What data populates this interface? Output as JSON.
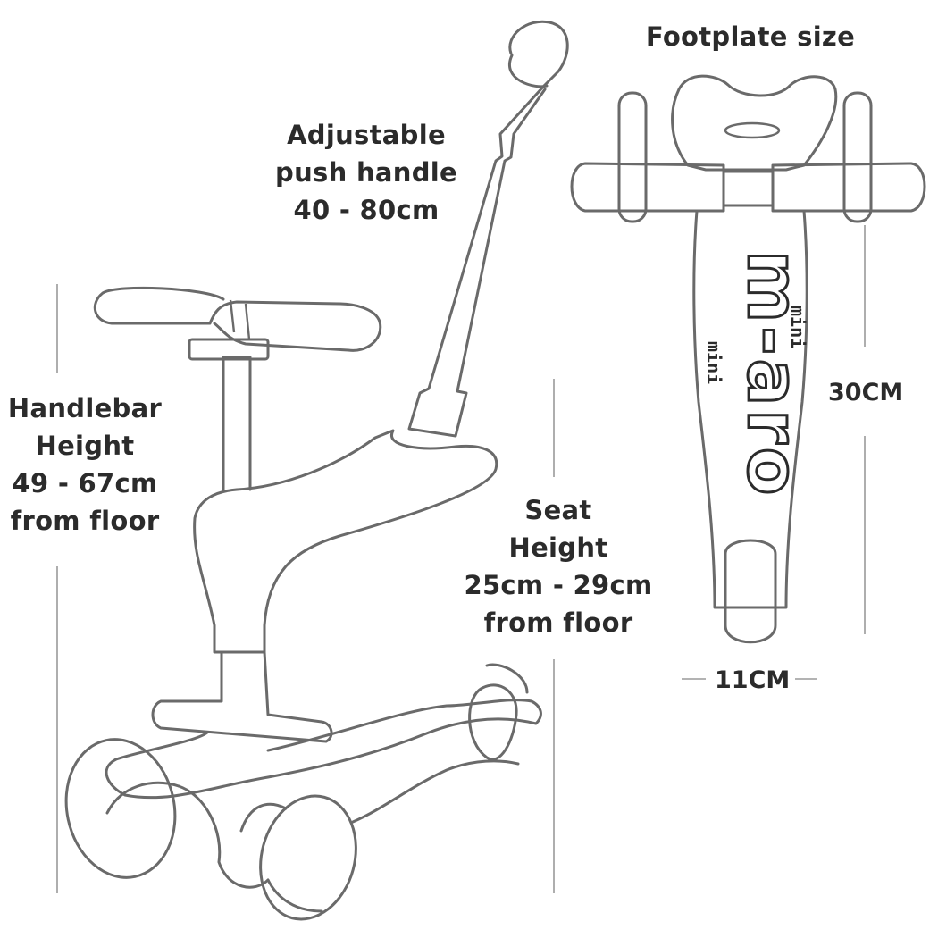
{
  "labels": {
    "footplate_title": "Footplate size",
    "push_handle": [
      "Adjustable",
      "push handle",
      "40 - 80cm"
    ],
    "handlebar": [
      "Handlebar",
      "Height",
      "49 - 67cm",
      "from floor"
    ],
    "seat": [
      "Seat",
      "Height",
      "25cm - 29cm",
      "from floor"
    ],
    "length": "30CM",
    "width": "11CM"
  },
  "logo": {
    "brand": "m-aro",
    "sub1": "mini",
    "sub2": "mini"
  },
  "colors": {
    "outline": "#6a6a6a",
    "text": "#2b2b2b",
    "dimension_line": "#9a9a9a"
  }
}
